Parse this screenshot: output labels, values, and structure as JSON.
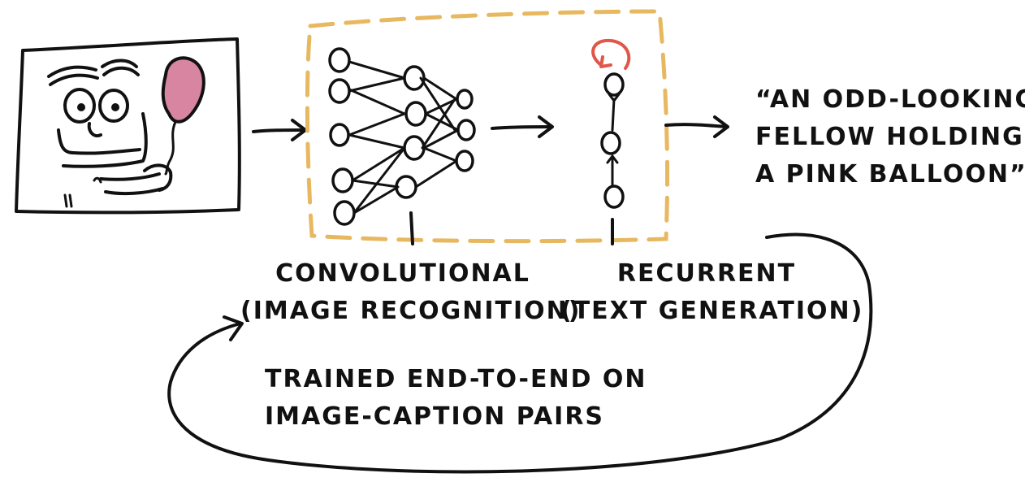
{
  "colors": {
    "ink": "#111111",
    "dashed_box": "#e8b860",
    "balloon": "#d07090",
    "recurrent_loop": "#e0574a",
    "background": "#ffffff"
  },
  "icons": {
    "face_picture": "doodle-face-holding-balloon",
    "cnn": "neural-network-layers",
    "rnn": "recurrent-node-chain"
  },
  "labels": {
    "convolutional": [
      "CONVOLUTIONAL",
      "(IMAGE RECOGNITION)"
    ],
    "recurrent": [
      "RECURRENT",
      "(TEXT GENERATION)"
    ],
    "caption": [
      "“AN ODD-LOOKING",
      "FELLOW HOLDING",
      "A PINK BALLOON”"
    ],
    "training_note": [
      "TRAINED END-TO-END ON",
      "IMAGE-CAPTION PAIRS"
    ]
  }
}
